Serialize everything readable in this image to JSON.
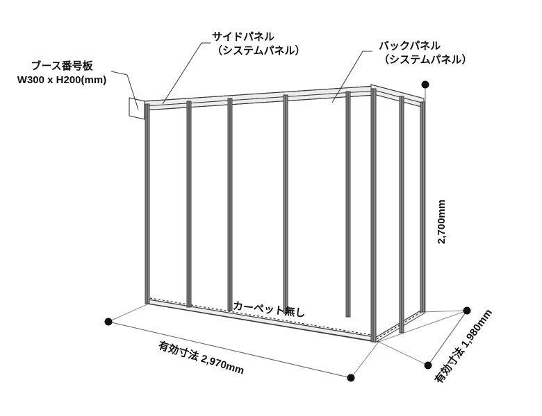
{
  "diagram": {
    "title": "exhibition-booth-isometric",
    "colors": {
      "line": "#3a3a3a",
      "post_fill": "#8c8c8c",
      "panel_fill": "#ffffff",
      "rail_fill": "#e8e8e8",
      "dim_line": "#6b6b6b",
      "text": "#111111"
    }
  },
  "labels": {
    "booth_number_plate": {
      "line1": "ブース番号板",
      "line2": "W300 x H200(mm)"
    },
    "side_panel": {
      "line1": "サイドパネル",
      "line2": "（システムパネル）"
    },
    "back_panel": {
      "line1": "バックパネル",
      "line2": "（システムパネル）"
    },
    "no_carpet": "カーペット無し"
  },
  "dimensions": {
    "width": "有効寸法 2,970mm",
    "depth": "有効寸法 1,980mm",
    "height": "2,700mm"
  }
}
